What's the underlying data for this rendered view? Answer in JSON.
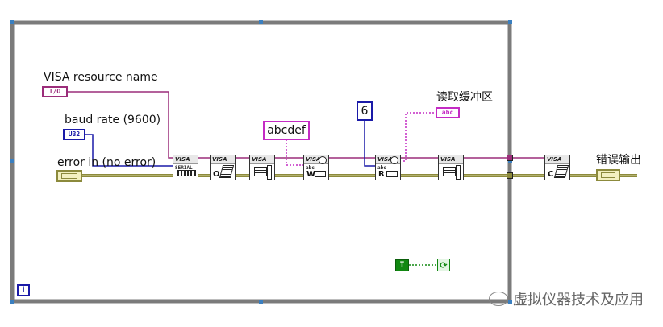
{
  "labels": {
    "visa_resource_name": "VISA resource name",
    "baud_rate": "baud rate (9600)",
    "error_in": "error in (no error)",
    "read_buffer": "读取缓冲区",
    "error_out": "错误输出"
  },
  "constants": {
    "write_string": "abcdef",
    "byte_count": "6",
    "true_const": "T"
  },
  "terminals": {
    "resource_type": "I/O",
    "baud_type": "U32",
    "read_buffer_type": "abc"
  },
  "subvis": {
    "configure": {
      "title": "VISA",
      "sub": "SERIAL"
    },
    "flush": {
      "title": "VISA",
      "big": "O"
    },
    "property": {
      "title": "VISA"
    },
    "write": {
      "title": "VISA",
      "sub": "abc",
      "big": "W"
    },
    "read": {
      "title": "VISA",
      "sub": "abc",
      "big": "R"
    },
    "bytes_at_port": {
      "title": "VISA"
    },
    "close": {
      "title": "VISA",
      "big": "C"
    }
  },
  "loop": {
    "iteration_terminal": "i"
  },
  "watermark": {
    "text": "虚拟仪器技术及应用"
  },
  "colors": {
    "loop_frame": "#7b7b7b",
    "error_wire": "#8c8a3c",
    "string_wire": "#c42bc4",
    "numeric_wire": "#1a1aa8",
    "resource_wire": "#9b2d7a",
    "boolean_wire": "#118811",
    "handle": "#3a7fc0"
  }
}
